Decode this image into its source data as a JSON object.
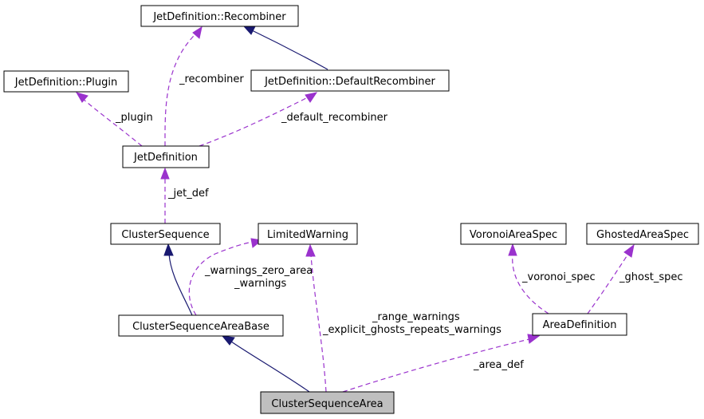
{
  "nodes": {
    "recombiner": "JetDefinition::Recombiner",
    "plugin": "JetDefinition::Plugin",
    "default_recombiner": "JetDefinition::DefaultRecombiner",
    "jet_definition": "JetDefinition",
    "cluster_sequence": "ClusterSequence",
    "limited_warning": "LimitedWarning",
    "voronoi_area_spec": "VoronoiAreaSpec",
    "ghosted_area_spec": "GhostedAreaSpec",
    "cluster_sequence_area_base": "ClusterSequenceAreaBase",
    "area_definition": "AreaDefinition",
    "cluster_sequence_area": "ClusterSequenceArea"
  },
  "edge_labels": {
    "recombiner": "_recombiner",
    "plugin": "_plugin",
    "default_recombiner": "_default_recombiner",
    "jet_def": "_jet_def",
    "warnings_zero_area": "_warnings_zero_area",
    "warnings": "_warnings",
    "range_warnings": "_range_warnings",
    "explicit_ghosts_repeats_warnings": "_explicit_ghosts_repeats_warnings",
    "voronoi_spec": "_voronoi_spec",
    "ghost_spec": "_ghost_spec",
    "area_def": "_area_def"
  },
  "colors": {
    "inheritance": "#191970",
    "usage": "#9a32cd",
    "highlight_fill": "#bfbfbf"
  }
}
